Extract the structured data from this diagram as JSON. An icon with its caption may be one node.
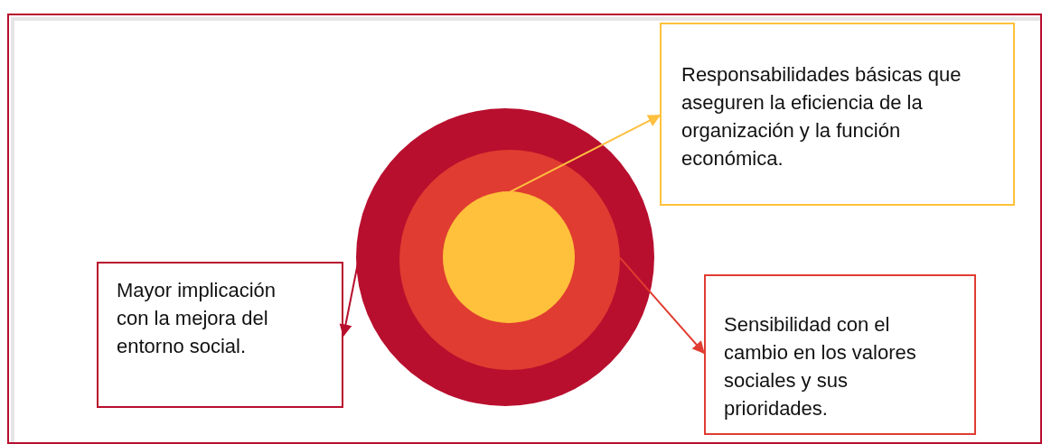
{
  "diagram": {
    "nodes": [
      {
        "text": [],
        "shape": "circle"
      },
      {
        "text": [],
        "shape": "circle",
        "in": 0
      },
      {
        "text": [],
        "shape": "circle",
        "in": 1
      },
      {
        "text": [
          "Responsabilidades básicas que aseguren la eficiencia de la organización y la función económica."
        ]
      },
      {
        "text": [
          "Mayor implicación con la mejora del entorno social."
        ]
      },
      {
        "text": [
          "Sensibilidad con el cambio en los valores sociales y sus prioridades."
        ]
      }
    ],
    "edges": [
      {
        "from": 2,
        "to": 3,
        "arrow": "to",
        "color": "#ffbf3f"
      },
      {
        "from": 1,
        "to": 5,
        "arrow": "to",
        "color": "#e03c31"
      },
      {
        "from": 0,
        "to": 4,
        "arrow": "to",
        "color": "#b80f2e"
      }
    ]
  }
}
